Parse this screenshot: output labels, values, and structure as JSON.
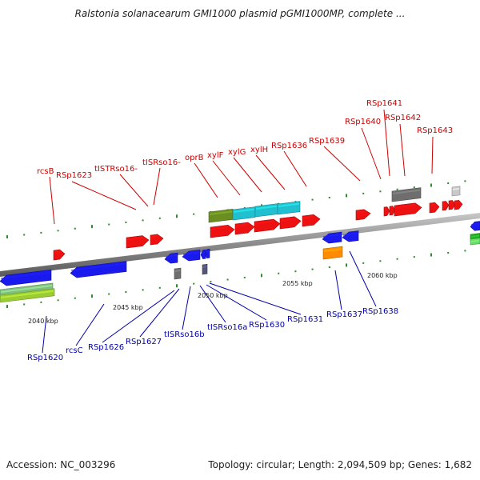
{
  "title": "Ralstonia solanacearum GMI1000 plasmid pGMI1000MP, complete ...",
  "footer": {
    "accession": "Accession: NC_003296",
    "summary": "Topology: circular; Length: 2,094,509 bp; Genes: 1,682"
  },
  "colors": {
    "top_label": "#cc0000",
    "bottom_label": "#0000aa",
    "backbone": "#8a8a8a",
    "tick": "#2e8b2e"
  },
  "kbp_labels": [
    "2040 kbp",
    "2045 kbp",
    "2050 kbp",
    "2055 kbp",
    "2060 kbp"
  ],
  "top_labels": [
    "rcsB",
    "RSp1623",
    "tISTRso16-",
    "tISRso16-",
    "oprB",
    "xylF",
    "xylG",
    "xylH",
    "RSp1636",
    "RSp1639",
    "RSp1640",
    "RSp1641",
    "RSp1642",
    "RSp1643"
  ],
  "bottom_labels": [
    "RSp1620",
    "rcsC",
    "RSp1626",
    "RSp1627",
    "tISRso16b",
    "tISRso16a",
    "RSp1630",
    "RSp1631",
    "RSp1637",
    "RSp1638"
  ]
}
